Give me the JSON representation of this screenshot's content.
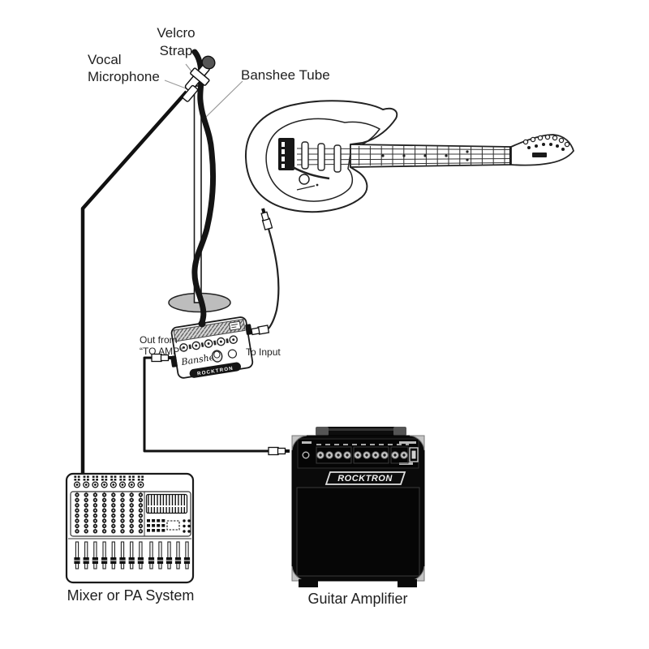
{
  "labels": {
    "velcro_line1": "Velcro",
    "velcro_line2": "Strap",
    "vocal_line1": "Vocal",
    "vocal_line2": "Microphone",
    "banshee_tube": "Banshee Tube",
    "out_from_line1": "Out from",
    "out_from_line2": "“TO AMP”",
    "to_input": "To Input",
    "mixer_caption": "Mixer or PA System",
    "amp_caption": "Guitar Amplifier"
  },
  "devices": {
    "pedal": {
      "model_script": "Banshee",
      "brand": "ROCKTRON"
    },
    "amplifier": {
      "brand": "ROCKTRON"
    }
  },
  "colors": {
    "ink": "#1a1a1a",
    "amp_black": "#0a0a0a",
    "stand_base_gray": "#bdbdbd",
    "leader_line_gray": "#9a9a9a"
  }
}
